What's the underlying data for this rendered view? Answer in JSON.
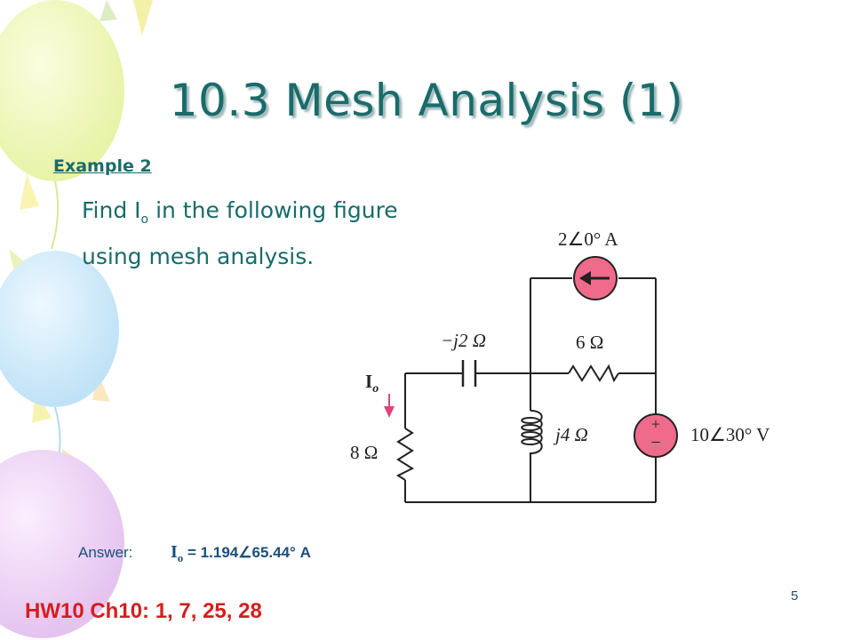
{
  "slide": {
    "title": "10.3 Mesh Analysis (1)",
    "example_label": "Example 2",
    "prompt_pre": "Find I",
    "prompt_sub": "o",
    "prompt_line1_post": " in the following figure",
    "prompt_line2": "using mesh analysis.",
    "answer_label": "Answer:",
    "answer_symbol": "I",
    "answer_symbol_sub": "o",
    "answer_value": "= 1.194",
    "answer_angle_symbol": "∠",
    "answer_angle": "65.44",
    "answer_degree": "°",
    "answer_unit": "A",
    "homework": "HW10 Ch10: 1, 7, 25, 28",
    "page_number": "5"
  },
  "circuit": {
    "current_source_label": "2∠0° A",
    "capacitor_label": "−j2 Ω",
    "resistor_top_label": "6 Ω",
    "inductor_label": "j4 Ω",
    "resistor_left_label": "8 Ω",
    "voltage_source_label": "10∠30° V",
    "current_label": "I",
    "current_label_sub": "o",
    "plus_sign": "+",
    "minus_sign": "−"
  },
  "colors": {
    "title": "#1a6b6b",
    "homework": "#d61d1d",
    "source_fill": "#f06a8c",
    "wire": "#222222"
  }
}
